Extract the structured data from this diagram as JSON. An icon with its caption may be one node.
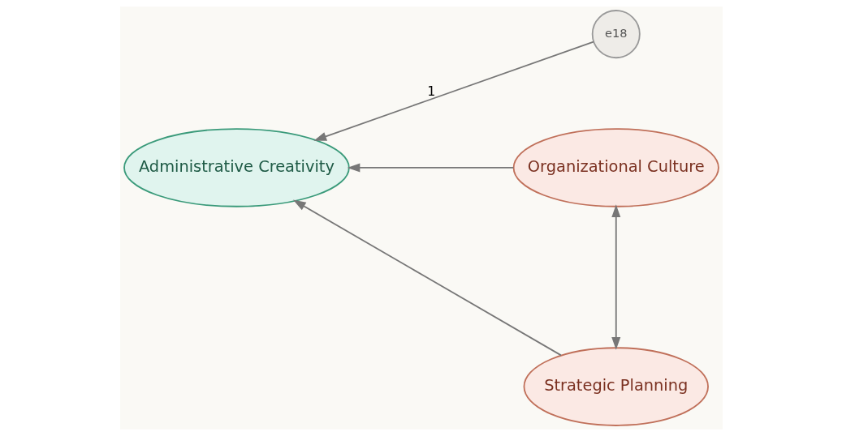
{
  "diagram": {
    "nodes": [
      {
        "text": [
          "e18"
        ]
      },
      {
        "text": [
          "Administrative Creativity"
        ]
      },
      {
        "text": [
          "Organizational Culture"
        ]
      },
      {
        "text": [
          "Strategic Planning"
        ]
      }
    ],
    "edges": [
      {
        "from": 0,
        "to": 1,
        "arrow": "to",
        "label": "1"
      },
      {
        "from": 2,
        "to": 1,
        "arrow": "to"
      },
      {
        "from": 3,
        "to": 1,
        "arrow": "to"
      },
      {
        "from": 2,
        "to": 3,
        "arrow": "both"
      }
    ]
  }
}
